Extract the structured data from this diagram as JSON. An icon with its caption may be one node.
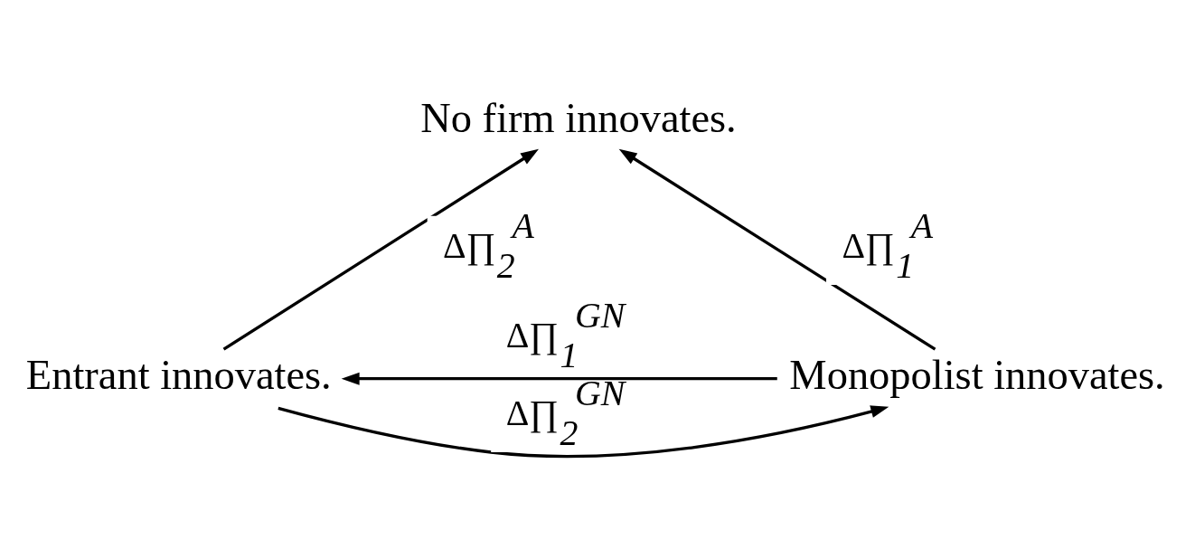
{
  "diagram": {
    "nodes": [
      {
        "text": [
          "No firm innovates."
        ]
      },
      {
        "text": [
          "Entrant innovates."
        ]
      },
      {
        "text": [
          "Monopolist innovates."
        ]
      }
    ],
    "edges": [
      {
        "from": 1,
        "to": 0,
        "arrow": "to",
        "label": "Δ∏$_{2}$$^{A}$"
      },
      {
        "from": 2,
        "to": 0,
        "arrow": "to",
        "label": "Δ∏$_{1}$$^{A}$"
      },
      {
        "from": 2,
        "to": 1,
        "arrow": "to",
        "label": "Δ∏$_{1}$$^{GN}$"
      },
      {
        "from": 1,
        "to": 2,
        "arrow": "to",
        "label": "Δ∏$_{2}$$^{GN}$"
      }
    ]
  }
}
